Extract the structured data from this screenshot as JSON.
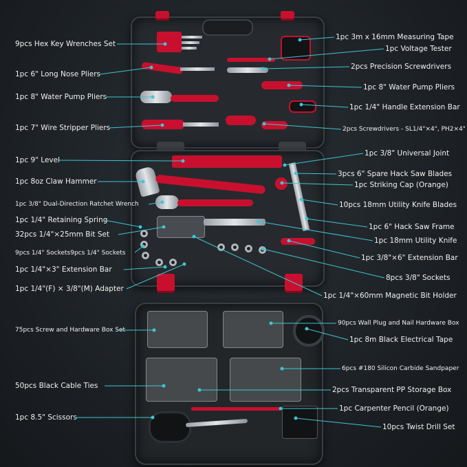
{
  "labels_left": [
    {
      "id": "hex-keys",
      "text": "9pcs Hex Key Wrenches Set"
    },
    {
      "id": "long-nose",
      "text": "1pc 6\" Long Nose Pliers"
    },
    {
      "id": "water-pump-left",
      "text": "1pc 8\" Water Pump Pliers"
    },
    {
      "id": "wire-stripper",
      "text": "1pc 7\" Wire Stripper Pliers"
    },
    {
      "id": "level",
      "text": "1pc 9\" Level"
    },
    {
      "id": "claw-hammer",
      "text": "1pc 8oz Claw Hammer"
    },
    {
      "id": "ratchet",
      "text": "1pc 3/8\" Dual-Direction Ratchet Wrench"
    },
    {
      "id": "retaining-spring",
      "text": "1pc 1/4\" Retaining Spring"
    },
    {
      "id": "bit-set",
      "text": "32pcs 1/4\"×25mm Bit Set"
    },
    {
      "id": "quarter-sockets",
      "text": "9pcs 1/4\" Sockets9pcs 1/4\" Sockets"
    },
    {
      "id": "extension-3",
      "text": "1pc 1/4\"×3\" Extension Bar"
    },
    {
      "id": "adapter",
      "text": "1pc 1/4\"(F) × 3/8\"(M) Adapter"
    },
    {
      "id": "hardware-box",
      "text": "75pcs Screw and Hardware Box Set"
    },
    {
      "id": "cable-ties",
      "text": "50pcs Black Cable Ties"
    },
    {
      "id": "scissors",
      "text": "1pc 8.5\" Scissors"
    }
  ],
  "labels_right": [
    {
      "id": "measuring-tape",
      "text": "1pc 3m x 16mm Measuring Tape"
    },
    {
      "id": "voltage-tester",
      "text": "1pc Voltage Tester"
    },
    {
      "id": "precision-screwdrivers",
      "text": "2pcs Precision Screwdrivers"
    },
    {
      "id": "water-pump-right",
      "text": "1pc 8\" Water Pump Pliers"
    },
    {
      "id": "handle-extension",
      "text": "1pc 1/4\" Handle Extension Bar"
    },
    {
      "id": "screwdrivers",
      "text": "2pcs Screwdrivers - SL1/4\"×4\", PH2×4\""
    },
    {
      "id": "universal-joint",
      "text": "1pc 3/8\" Universal Joint"
    },
    {
      "id": "hack-saw-blades",
      "text": "3pcs 6\" Spare Hack Saw Blades"
    },
    {
      "id": "striking-cap",
      "text": "1pc Striking Cap (Orange)"
    },
    {
      "id": "utility-blades",
      "text": "10pcs 18mm Utility Knife Blades"
    },
    {
      "id": "hack-saw-frame",
      "text": "1pc 6\" Hack Saw Frame"
    },
    {
      "id": "utility-knife",
      "text": "1pc 18mm Utility Knife"
    },
    {
      "id": "extension-6",
      "text": "1pc 3/8\"×6\" Extension Bar"
    },
    {
      "id": "eighth-sockets",
      "text": "8pcs 3/8\" Sockets"
    },
    {
      "id": "magnetic-holder",
      "text": "1pc 1/4\"×60mm Magnetic Bit Holder"
    },
    {
      "id": "wall-plug",
      "text": "90pcs Wall Plug and Nail Hardware Box"
    },
    {
      "id": "electrical-tape",
      "text": "1pc 8m Black Electrical Tape"
    },
    {
      "id": "sandpaper",
      "text": "6pcs #180 Silicon Carbide Sandpaper"
    },
    {
      "id": "pp-box",
      "text": "2pcs Transparent PP Storage Box"
    },
    {
      "id": "pencil",
      "text": "1pc Carpenter Pencil (Orange)"
    },
    {
      "id": "drill-set",
      "text": "10pcs Twist Drill Set"
    }
  ],
  "colors": {
    "accent_red": "#c8102e",
    "leader_teal": "#3ec6d6",
    "case_gray": "#262a2e",
    "background": "#1b1f23"
  }
}
